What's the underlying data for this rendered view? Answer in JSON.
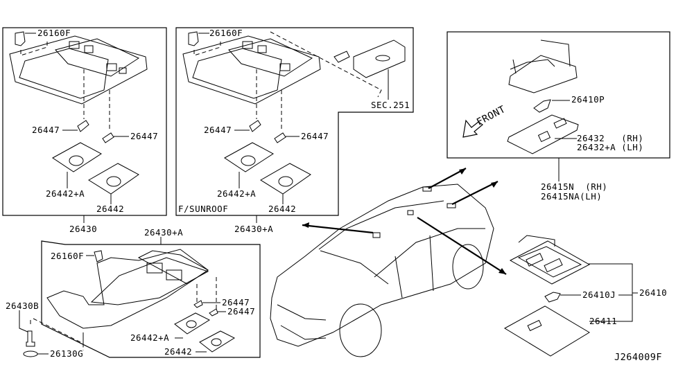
{
  "title": "Room Lamp parts diagram",
  "diagram_code": "J264009F",
  "panels": {
    "panel_1": {
      "clip": "26160F",
      "bulb_left": "26447",
      "bulb_right": "26447",
      "lens_a": "26442+A",
      "lens": "26442",
      "assembly": "26430"
    },
    "panel_2": {
      "clip": "26160F",
      "section_ref": "SEC.251",
      "bulb_left": "26447",
      "bulb_right": "26447",
      "lens_a": "26442+A",
      "lens": "26442",
      "variant_note": "F/SUNROOF",
      "assembly": "26430+A"
    },
    "panel_3": {
      "bulb": "26410P",
      "direction": "FRONT",
      "lens_rh": "26432   (RH)",
      "lens_lh": "26432+A (LH)",
      "assembly_rh": "26415N  (RH)",
      "assembly_lh": "26415NA(LH)"
    },
    "panel_4": {
      "assembly": "26430+A",
      "clip": "26160F",
      "bolt": "26430B",
      "cap": "26130G",
      "bulb_1": "26447",
      "bulb_2": "26447",
      "lens_a": "26442+A",
      "lens": "26442"
    },
    "rear_lamp": {
      "assembly": "26410",
      "bulb": "26410J",
      "lens": "26411"
    }
  }
}
